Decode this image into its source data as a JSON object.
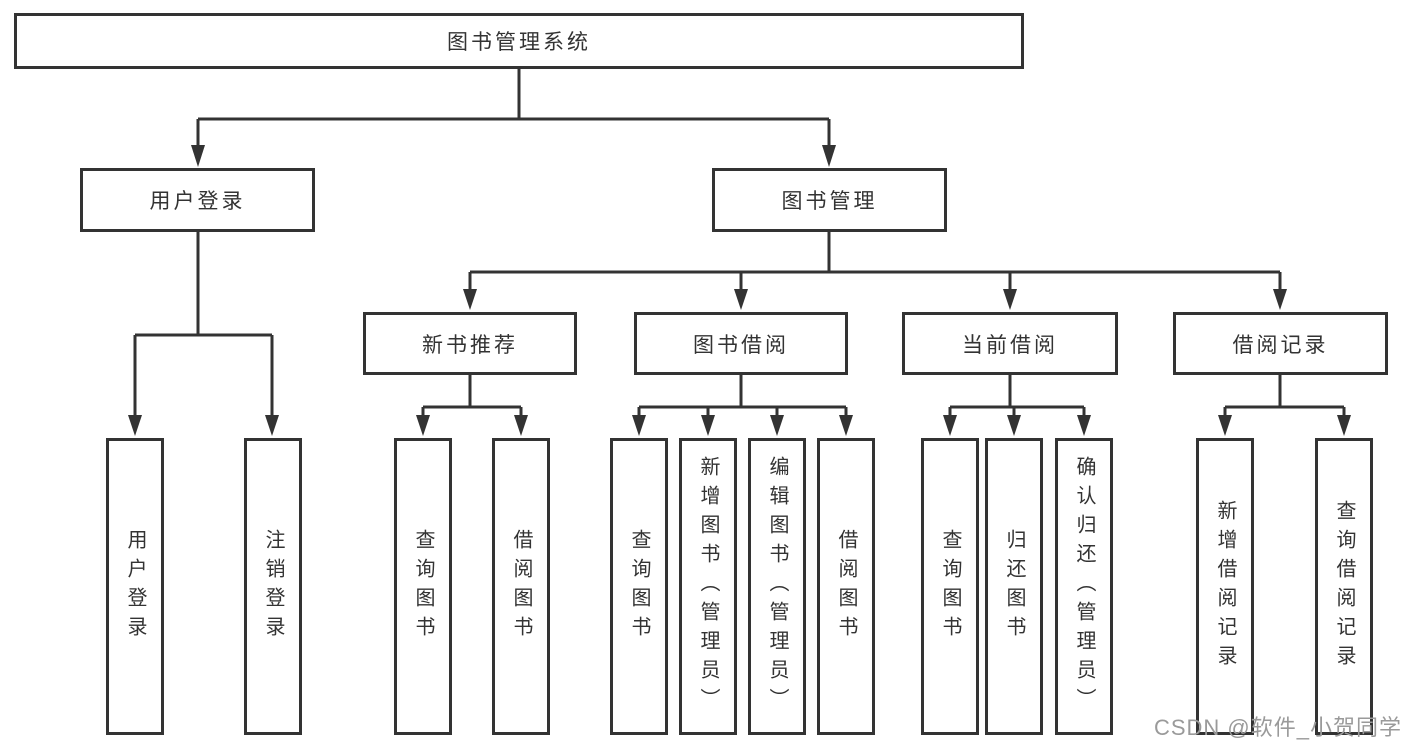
{
  "tree": {
    "label": "图书管理系统",
    "children": [
      {
        "label": "用户登录",
        "children": [
          {
            "label": "用户登录"
          },
          {
            "label": "注销登录"
          }
        ]
      },
      {
        "label": "图书管理",
        "children": [
          {
            "label": "新书推荐",
            "children": [
              {
                "label": "查询图书"
              },
              {
                "label": "借阅图书"
              }
            ]
          },
          {
            "label": "图书借阅",
            "children": [
              {
                "label": "查询图书"
              },
              {
                "label": "新增图书（管理员）"
              },
              {
                "label": "编辑图书（管理员）"
              },
              {
                "label": "借阅图书"
              }
            ]
          },
          {
            "label": "当前借阅",
            "children": [
              {
                "label": "查询图书"
              },
              {
                "label": "归还图书"
              },
              {
                "label": "确认归还（管理员）"
              }
            ]
          },
          {
            "label": "借阅记录",
            "children": [
              {
                "label": "新增借阅记录"
              },
              {
                "label": "查询借阅记录"
              }
            ]
          }
        ]
      }
    ]
  },
  "watermark": "CSDN @软件_小贺同学",
  "colors": {
    "line": "#333333",
    "text": "#333333",
    "background": "#ffffff",
    "watermark": "#9a9a9a"
  }
}
